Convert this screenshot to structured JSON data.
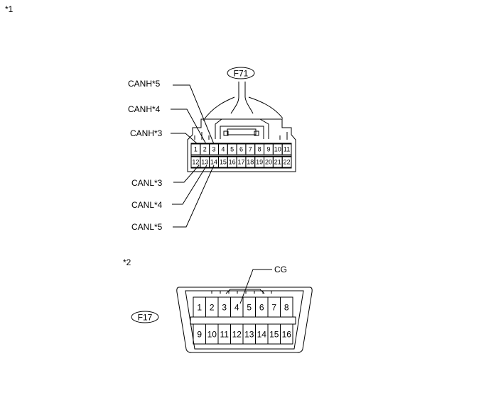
{
  "marks": {
    "mark1": "*1",
    "mark2": "*2"
  },
  "f71": {
    "id": "F71",
    "labels": {
      "canh5": "CANH*5",
      "canh4": "CANH*4",
      "canh3": "CANH*3",
      "canl3": "CANL*3",
      "canl4": "CANL*4",
      "canl5": "CANL*5"
    },
    "top_pins": [
      "1",
      "2",
      "3",
      "4",
      "5",
      "6",
      "7",
      "8",
      "9",
      "10",
      "11"
    ],
    "bottom_pins": [
      "12",
      "13",
      "14",
      "15",
      "16",
      "17",
      "18",
      "19",
      "20",
      "21",
      "22"
    ]
  },
  "f17": {
    "id": "F17",
    "cg_label": "CG",
    "top_pins": [
      "1",
      "2",
      "3",
      "4",
      "5",
      "6",
      "7",
      "8"
    ],
    "bottom_pins": [
      "9",
      "10",
      "11",
      "12",
      "13",
      "14",
      "15",
      "16"
    ]
  }
}
